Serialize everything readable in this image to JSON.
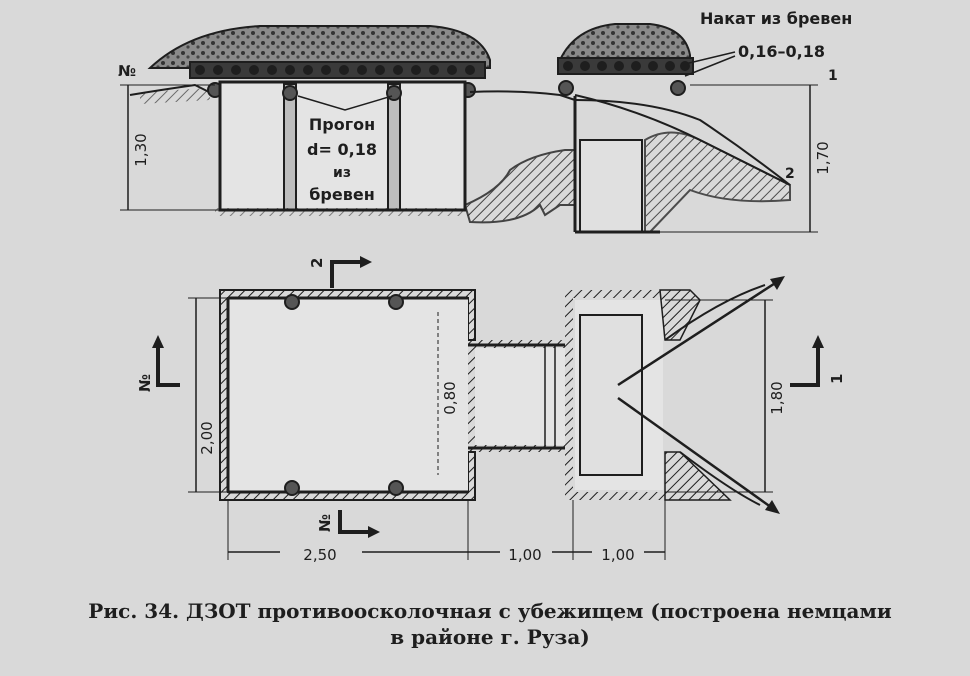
{
  "section": {
    "roof_label": "Накат из бревен",
    "roof_thickness": "0,16–0,18",
    "beam_label": [
      "Прогон",
      "d= 0,18",
      "из",
      "бревен"
    ],
    "height_left": "1,30",
    "height_right": "1,70",
    "cut_mark_left": "№",
    "cut_mark_1": "1",
    "cut_mark_2": "2"
  },
  "plan": {
    "dim_width_main": "2,50",
    "dim_height_main": "2,00",
    "dim_passage": "0,80",
    "dim_right_height": "1,80",
    "dim_seg_1": "1,00",
    "dim_seg_2": "1,00",
    "cut_top": "2",
    "cut_left": "№",
    "cut_right": "1",
    "cut_bottom": "№"
  },
  "caption": {
    "line1": "Рис. 34. ДЗОТ противоосколочная с убежищем (построена немцами",
    "line2": "в районе г. Руза)"
  },
  "colors": {
    "ink": "#1e1e1e",
    "paper": "#d9d9d9",
    "hatch": "#6a6a6a"
  }
}
